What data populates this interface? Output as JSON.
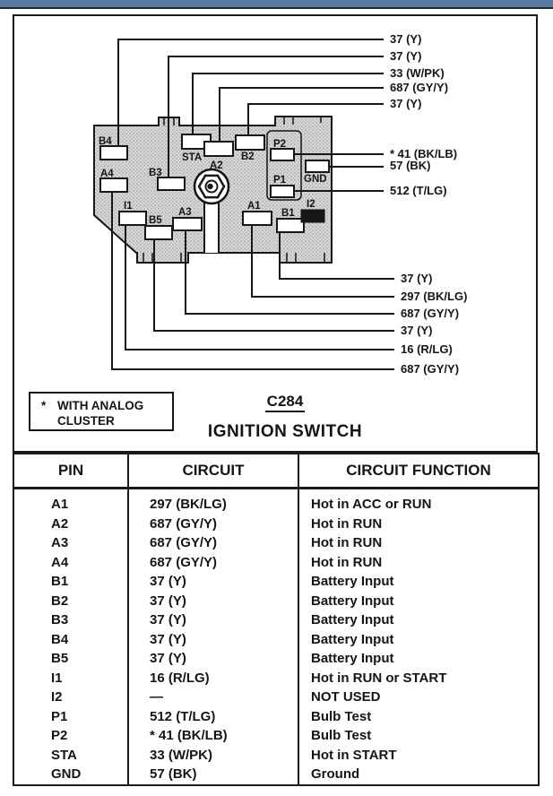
{
  "accent": {
    "top_bar": "#567a9e",
    "top_bar_edge": "#1b2836"
  },
  "diagram": {
    "connector_id": "C284",
    "connector_name": "IGNITION SWITCH",
    "note": {
      "marker": "*",
      "line1": "WITH ANALOG",
      "line2": "CLUSTER"
    },
    "pins": {
      "b4": "B4",
      "a4": "A4",
      "i1": "I1",
      "b3": "B3",
      "b5": "B5",
      "a3": "A3",
      "sta": "STA",
      "a2": "A2",
      "b2": "B2",
      "a1": "A1",
      "b1": "B1",
      "p2": "P2",
      "p1": "P1",
      "gnd": "GND",
      "i2": "I2"
    },
    "wire_labels": {
      "top": [
        "37 (Y)",
        "37 (Y)",
        "33 (W/PK)",
        "687 (GY/Y)",
        "37 (Y)"
      ],
      "right": [
        "* 41 (BK/LB)",
        "57 (BK)",
        "512 (T/LG)"
      ],
      "bottom": [
        "37 (Y)",
        "297 (BK/LG)",
        "687 (GY/Y)",
        "37 (Y)",
        "16 (R/LG)",
        "687 (GY/Y)"
      ]
    }
  },
  "table": {
    "headers": [
      "PIN",
      "CIRCUIT",
      "CIRCUIT FUNCTION"
    ],
    "rows": [
      {
        "pin": "A1",
        "circuit": "297 (BK/LG)",
        "function": "Hot in ACC or RUN"
      },
      {
        "pin": "A2",
        "circuit": "687 (GY/Y)",
        "function": "Hot in RUN"
      },
      {
        "pin": "A3",
        "circuit": "687 (GY/Y)",
        "function": "Hot in RUN"
      },
      {
        "pin": "A4",
        "circuit": "687 (GY/Y)",
        "function": "Hot in RUN"
      },
      {
        "pin": "B1",
        "circuit": "37 (Y)",
        "function": "Battery Input"
      },
      {
        "pin": "B2",
        "circuit": "37 (Y)",
        "function": "Battery Input"
      },
      {
        "pin": "B3",
        "circuit": "37 (Y)",
        "function": "Battery Input"
      },
      {
        "pin": "B4",
        "circuit": "37 (Y)",
        "function": "Battery Input"
      },
      {
        "pin": "B5",
        "circuit": "37 (Y)",
        "function": "Battery Input"
      },
      {
        "pin": "I1",
        "circuit": "16 (R/LG)",
        "function": "Hot in RUN or START"
      },
      {
        "pin": "I2",
        "circuit": "—",
        "function": "NOT USED"
      },
      {
        "pin": "P1",
        "circuit": "512 (T/LG)",
        "function": "Bulb Test"
      },
      {
        "pin": "P2",
        "circuit": "* 41 (BK/LB)",
        "function": "Bulb Test"
      },
      {
        "pin": "STA",
        "circuit": "33 (W/PK)",
        "function": "Hot in START"
      },
      {
        "pin": "GND",
        "circuit": "57 (BK)",
        "function": "Ground"
      }
    ]
  }
}
